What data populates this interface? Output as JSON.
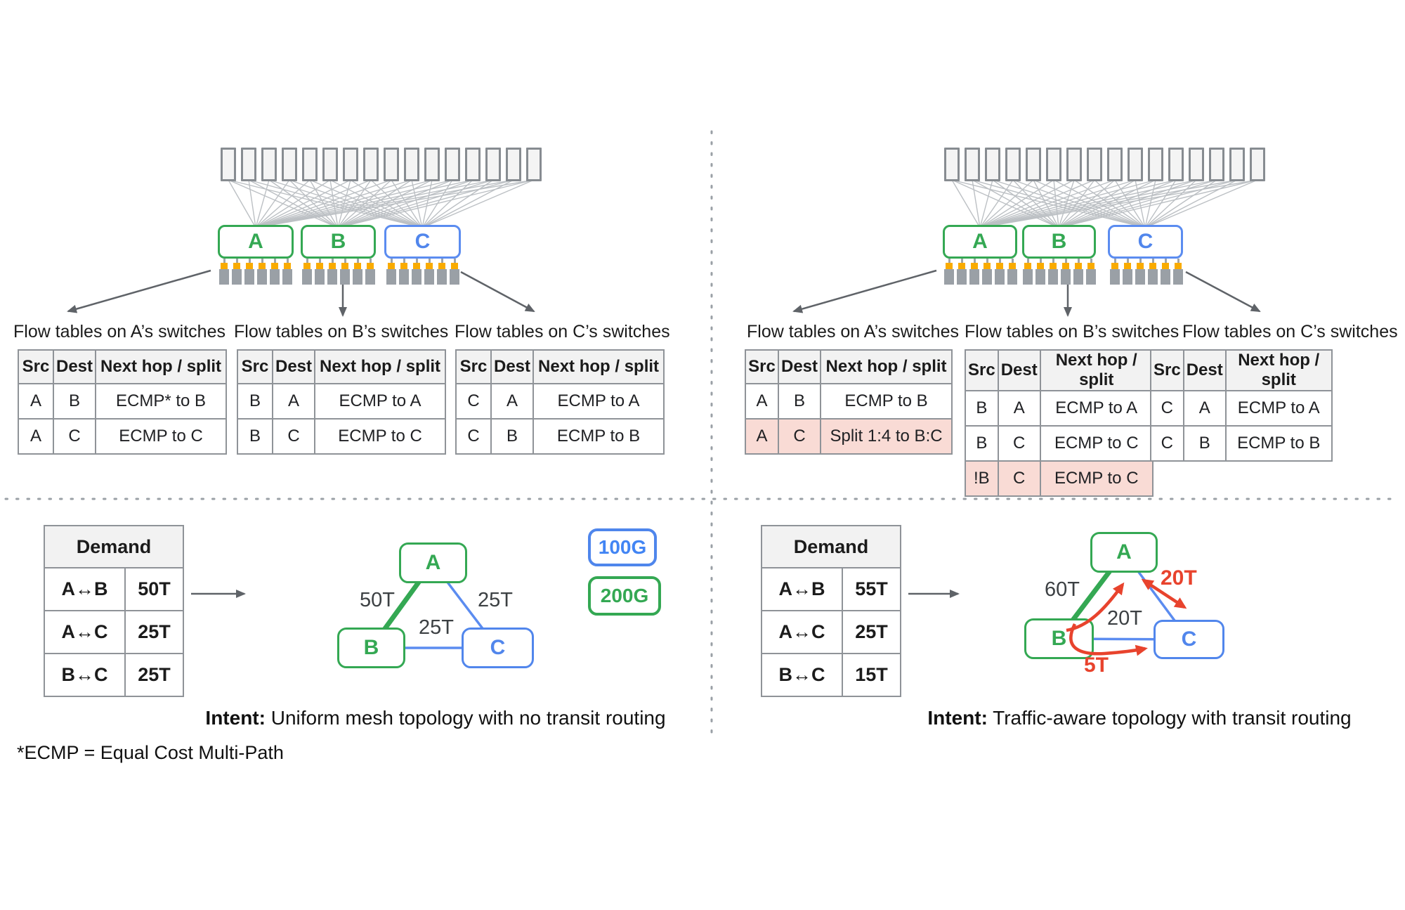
{
  "colors": {
    "green": "#34a853",
    "blue": "#5b8cf0",
    "blue_text": "#4285f4",
    "red": "#e8432d",
    "orange_port": "#f9ab00",
    "pink_highlight": "#f9dbd5",
    "table_header_bg": "#f2f2f2"
  },
  "footnote": "*ECMP = Equal Cost Multi-Path",
  "panels": {
    "left": {
      "blocks": [
        "A",
        "B",
        "C"
      ],
      "flow_tables": [
        {
          "title": "Flow tables on A’s switches",
          "headers": [
            "Src",
            "Dest",
            "Next hop / split"
          ],
          "rows": [
            {
              "src": "A",
              "dest": "B",
              "next": "ECMP* to B",
              "highlight": false
            },
            {
              "src": "A",
              "dest": "C",
              "next": "ECMP to C",
              "highlight": false
            }
          ]
        },
        {
          "title": "Flow tables on B’s switches",
          "headers": [
            "Src",
            "Dest",
            "Next hop / split"
          ],
          "rows": [
            {
              "src": "B",
              "dest": "A",
              "next": "ECMP to A",
              "highlight": false
            },
            {
              "src": "B",
              "dest": "C",
              "next": "ECMP to C",
              "highlight": false
            }
          ]
        },
        {
          "title": "Flow tables on C’s switches",
          "headers": [
            "Src",
            "Dest",
            "Next hop / split"
          ],
          "rows": [
            {
              "src": "C",
              "dest": "A",
              "next": "ECMP to A",
              "highlight": false
            },
            {
              "src": "C",
              "dest": "B",
              "next": "ECMP to B",
              "highlight": false
            }
          ]
        }
      ],
      "demand": {
        "title": "Demand",
        "rows": [
          [
            "A↔B",
            "50T"
          ],
          [
            "A↔C",
            "25T"
          ],
          [
            "B↔C",
            "25T"
          ]
        ]
      },
      "topology": {
        "nodes": [
          "A",
          "B",
          "C"
        ],
        "edge_labels": {
          "ab": "50T",
          "ac": "25T",
          "bc": "25T"
        }
      },
      "legend": [
        {
          "label": "100G"
        },
        {
          "label": "200G"
        }
      ],
      "intent_label": "Intent:",
      "intent_text": "Uniform mesh topology with no transit routing"
    },
    "right": {
      "blocks": [
        "A",
        "B",
        "C"
      ],
      "flow_tables": [
        {
          "title": "Flow tables on A’s switches",
          "headers": [
            "Src",
            "Dest",
            "Next hop / split"
          ],
          "rows": [
            {
              "src": "A",
              "dest": "B",
              "next": "ECMP to B",
              "highlight": false
            },
            {
              "src": "A",
              "dest": "C",
              "next": "Split 1:4 to B:C",
              "highlight": true
            }
          ]
        },
        {
          "title": "Flow tables on B’s switches",
          "headers": [
            "Src",
            "Dest",
            "Next hop / split"
          ],
          "rows": [
            {
              "src": "B",
              "dest": "A",
              "next": "ECMP to A",
              "highlight": false
            },
            {
              "src": "B",
              "dest": "C",
              "next": "ECMP to C",
              "highlight": false
            },
            {
              "src": "!B",
              "dest": "C",
              "next": "ECMP to C",
              "highlight": true
            }
          ]
        },
        {
          "title": "Flow tables on C’s switches",
          "headers": [
            "Src",
            "Dest",
            "Next hop / split"
          ],
          "rows": [
            {
              "src": "C",
              "dest": "A",
              "next": "ECMP to A",
              "highlight": false
            },
            {
              "src": "C",
              "dest": "B",
              "next": "ECMP to B",
              "highlight": false
            }
          ]
        }
      ],
      "demand": {
        "title": "Demand",
        "rows": [
          [
            "A↔B",
            "55T"
          ],
          [
            "A↔C",
            "25T"
          ],
          [
            "B↔C",
            "15T"
          ]
        ]
      },
      "topology": {
        "nodes": [
          "A",
          "B",
          "C"
        ],
        "edge_labels": {
          "ab": "60T",
          "ac": "20T"
        },
        "transit_labels": {
          "a_c": "20T",
          "b_c": "5T"
        }
      },
      "intent_label": "Intent:",
      "intent_text": "Traffic-aware topology with transit routing"
    }
  }
}
